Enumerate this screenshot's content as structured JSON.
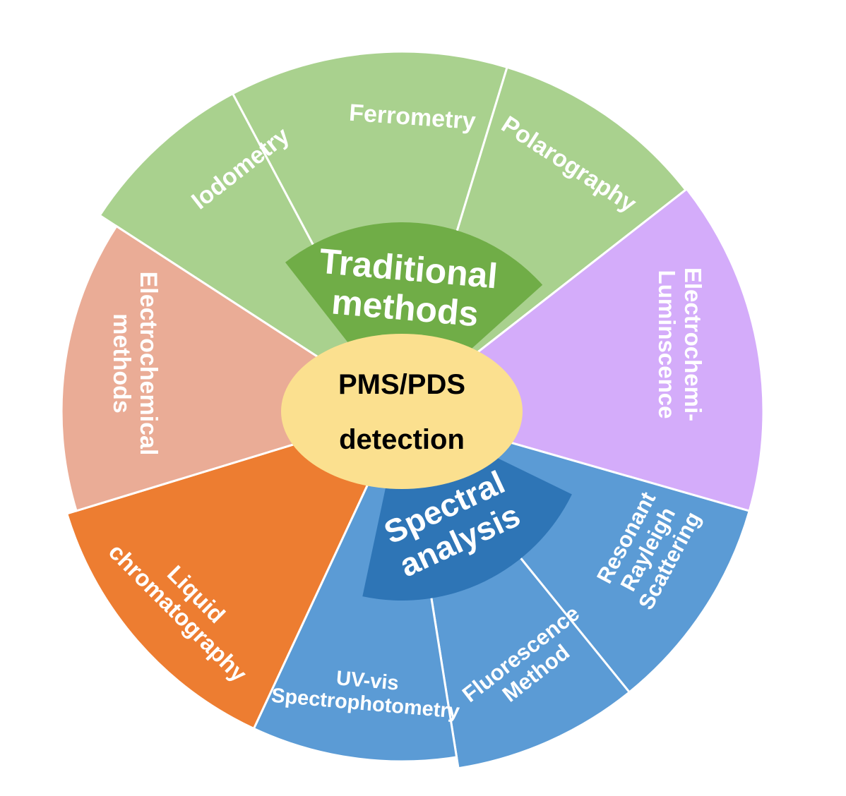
{
  "center": {
    "line1": "PMS/PDS",
    "line2": "detection",
    "color": "#fbe08f"
  },
  "categories": [
    {
      "id": "traditional",
      "lines": [
        "Traditional",
        "methods"
      ],
      "color": "#70ad47"
    },
    {
      "id": "spectral",
      "lines": [
        "Spectral",
        "analysis"
      ],
      "color": "#2e75b6"
    }
  ],
  "segments": [
    {
      "id": "iodometry",
      "lines": [
        "Iodometry"
      ],
      "color": "#a9d18e"
    },
    {
      "id": "ferrometry",
      "lines": [
        "Ferrometry"
      ],
      "color": "#a9d18e"
    },
    {
      "id": "polarography",
      "lines": [
        "Polarography"
      ],
      "color": "#a9d18e"
    },
    {
      "id": "electrochemiluminscence",
      "lines": [
        "Electrochemi-",
        "Luminscence"
      ],
      "color": "#d4acfa"
    },
    {
      "id": "resonant-rayleigh",
      "lines": [
        "Resonant",
        "Rayleigh",
        "Scattering"
      ],
      "color": "#5b9bd5"
    },
    {
      "id": "fluorescence",
      "lines": [
        "Fluorescence",
        "Method"
      ],
      "color": "#5b9bd5"
    },
    {
      "id": "uv-vis",
      "lines": [
        "UV-vis",
        "Spectrophotometry"
      ],
      "color": "#5b9bd5"
    },
    {
      "id": "liquid-chromatography",
      "lines": [
        "Liquid",
        "chromatography"
      ],
      "color": "#ed7d31"
    },
    {
      "id": "electrochemical",
      "lines": [
        "Electrochemical",
        "methods"
      ],
      "color": "#eaac96"
    }
  ]
}
